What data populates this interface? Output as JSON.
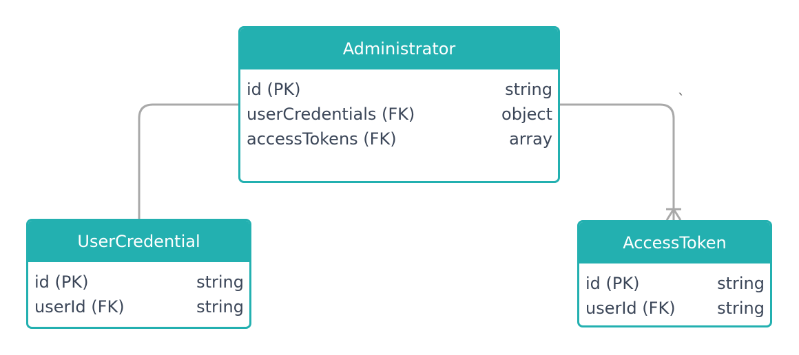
{
  "entities": {
    "administrator": {
      "title": "Administrator",
      "fields": [
        {
          "name": "id (PK)",
          "type": "string"
        },
        {
          "name": "userCredentials (FK)",
          "type": "object"
        },
        {
          "name": "accessTokens (FK)",
          "type": "array"
        }
      ]
    },
    "user_credential": {
      "title": "UserCredential",
      "fields": [
        {
          "name": "id (PK)",
          "type": "string"
        },
        {
          "name": "userId (FK)",
          "type": "string"
        }
      ]
    },
    "access_token": {
      "title": "AccessToken",
      "fields": [
        {
          "name": "id (PK)",
          "type": "string"
        },
        {
          "name": "userId (FK)",
          "type": "string"
        }
      ]
    }
  },
  "stray_mark": "`",
  "colors": {
    "accent": "#23b0b0",
    "text": "#3b4658",
    "connector": "#a9a9a9"
  },
  "relationships": [
    {
      "from": "Administrator",
      "to": "UserCredential",
      "cardinality": "one-to-one"
    },
    {
      "from": "Administrator",
      "to": "AccessToken",
      "cardinality": "one-to-many"
    }
  ]
}
